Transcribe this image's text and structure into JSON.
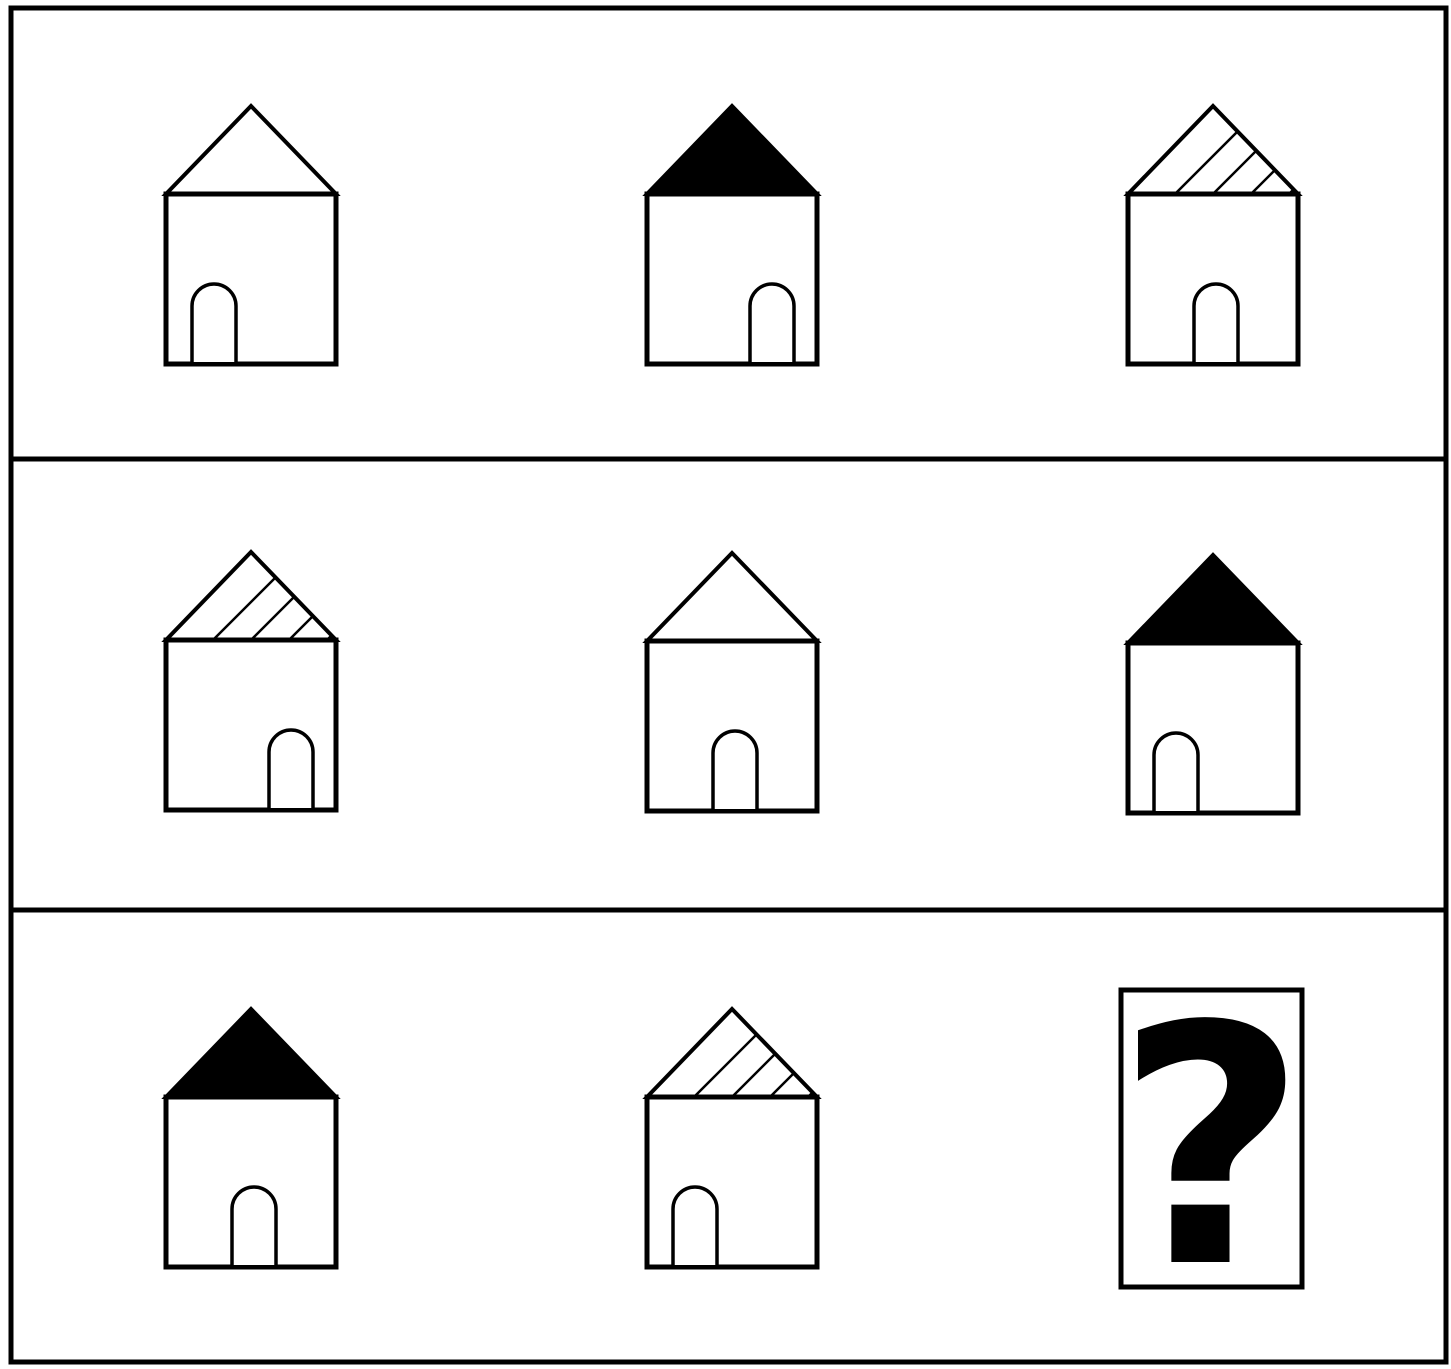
{
  "puzzle": {
    "rows": [
      {
        "cells": [
          {
            "roof": "white",
            "door": "left"
          },
          {
            "roof": "black",
            "door": "right"
          },
          {
            "roof": "hatched",
            "door": "center"
          }
        ]
      },
      {
        "cells": [
          {
            "roof": "hatched",
            "door": "right"
          },
          {
            "roof": "white",
            "door": "center"
          },
          {
            "roof": "black",
            "door": "left"
          }
        ]
      },
      {
        "cells": [
          {
            "roof": "black",
            "door": "center"
          },
          {
            "roof": "hatched",
            "door": "left"
          },
          {
            "missing": true
          }
        ]
      }
    ],
    "missing_label": "?",
    "colors": {
      "ink": "#000000",
      "paper": "#ffffff"
    }
  }
}
